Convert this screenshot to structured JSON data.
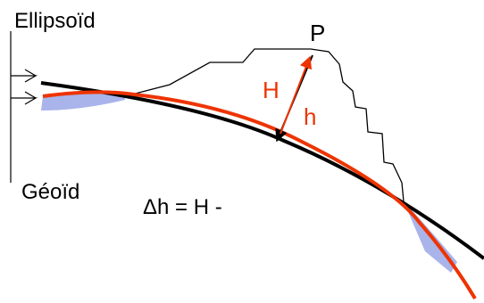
{
  "diagram": {
    "labels": {
      "ellipsoid": "Ellipsoïd",
      "geoid": "Géoïd",
      "point": "P",
      "orthometric_height": "H",
      "ellipsoidal_height": "h",
      "equation": "Δh = H -"
    },
    "colors": {
      "ellipsoid_line": "#000000",
      "geoid_line": "#ee3300",
      "height_label": "#ee3300",
      "separation_fill": "#a9b4ea",
      "terrain_outline": "#000000"
    }
  }
}
